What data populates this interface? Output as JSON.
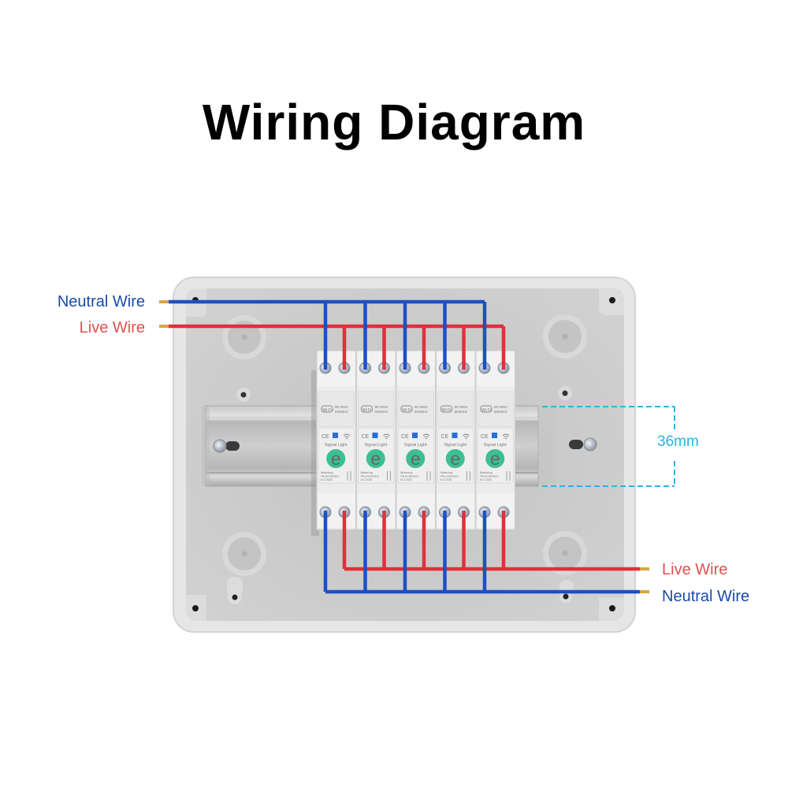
{
  "title": "Wiring Diagram",
  "input_labels": {
    "neutral": "Neutral Wire",
    "live": "Live Wire"
  },
  "output_labels": {
    "live": "Live Wire",
    "neutral": "Neutral Wire"
  },
  "din_rail_dimension": "36mm",
  "colors": {
    "neutral_wire": "#1f4fc4",
    "live_wire": "#e0303a",
    "neutral_label": "#1a4aa8",
    "live_label": "#e05050",
    "dimension": "#2ab3e8",
    "logo_green": "#3cc092"
  },
  "breakers": [
    {
      "wifi_badge": "Wi Fi",
      "rating": "90-300V",
      "freq": "50/60Hz",
      "ce": "CE",
      "signal": "Signal Light",
      "logo": "e",
      "spec1": "Metering",
      "spec2": "VA protection",
      "spec3": "Ix:1-63A"
    },
    {
      "wifi_badge": "Wi Fi",
      "rating": "90-300V",
      "freq": "50/60Hz",
      "ce": "CE",
      "signal": "Signal Light",
      "logo": "e",
      "spec1": "Metering",
      "spec2": "VA protection",
      "spec3": "Ix:1-63A"
    },
    {
      "wifi_badge": "Wi Fi",
      "rating": "90-300V",
      "freq": "50/60Hz",
      "ce": "CE",
      "signal": "Signal Light",
      "logo": "e",
      "spec1": "Metering",
      "spec2": "VA protection",
      "spec3": "Ix:1-63A"
    },
    {
      "wifi_badge": "Wi Fi",
      "rating": "90-300V",
      "freq": "50/60Hz",
      "ce": "CE",
      "signal": "Signal Light",
      "logo": "e",
      "spec1": "Metering",
      "spec2": "VA protection",
      "spec3": "Ix:1-63A"
    },
    {
      "wifi_badge": "Wi Fi",
      "rating": "90-300V",
      "freq": "50/60Hz",
      "ce": "CE",
      "signal": "Signal Light",
      "logo": "e",
      "spec1": "Metering",
      "spec2": "VA protection",
      "spec3": "Ix:1-63A"
    }
  ]
}
